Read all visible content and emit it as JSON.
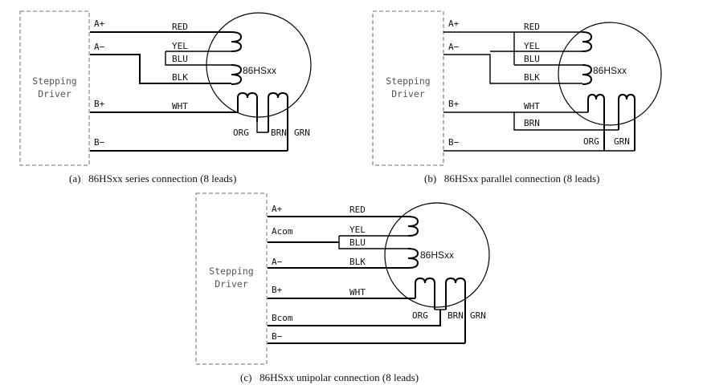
{
  "driver_label_line1": "Stepping",
  "driver_label_line2": "Driver",
  "motor_model": "86HSxx",
  "terminals": {
    "a_plus": "A+",
    "a_minus": "A−",
    "a_com": "Acom",
    "b_plus": "B+",
    "b_minus": "B−",
    "b_com": "Bcom"
  },
  "wires": {
    "red": "RED",
    "yel": "YEL",
    "blu": "BLU",
    "blk": "BLK",
    "wht": "WHT",
    "org": "ORG",
    "brn": "BRN",
    "grn": "GRN"
  },
  "captions": {
    "a": "(a)   86HSxx series connection (8 leads)",
    "b": "(b)   86HSxx parallel connection (8 leads)",
    "c": "(c)   86HSxx unipolar connection (8 leads)"
  }
}
